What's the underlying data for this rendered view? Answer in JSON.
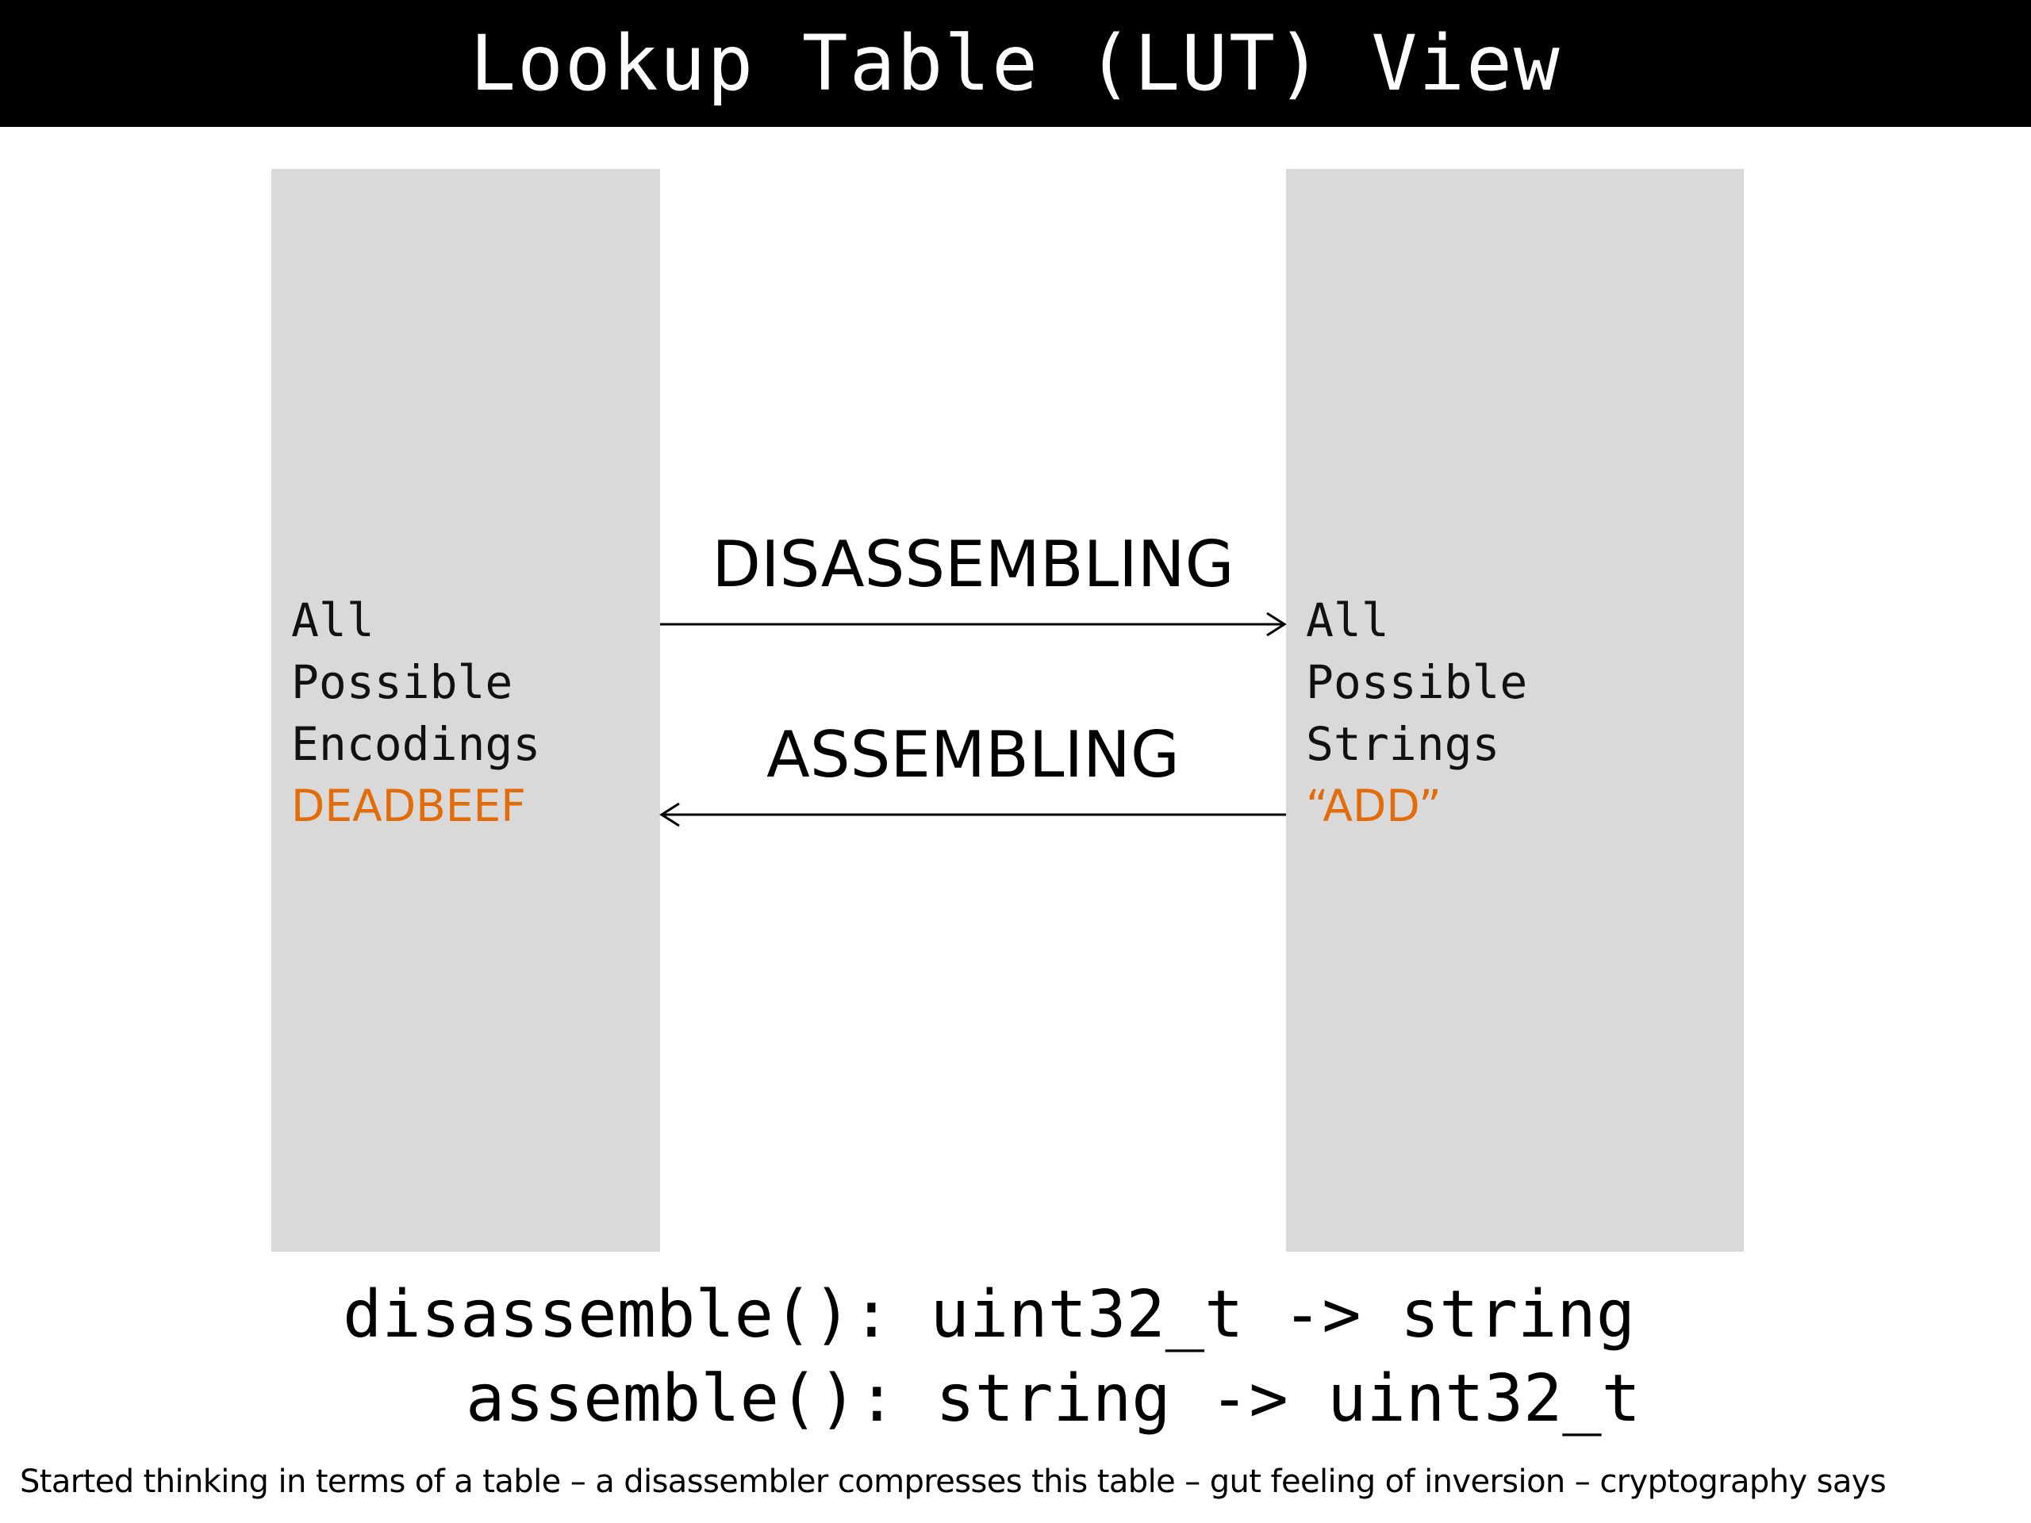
{
  "title": "Lookup Table (LUT) View",
  "left_column": {
    "lines": [
      "All",
      "Possible",
      "Encodings"
    ],
    "example": "DEADBEEF"
  },
  "right_column": {
    "lines": [
      "All",
      "Possible",
      "Strings"
    ],
    "example": "“ADD”"
  },
  "arrows": {
    "forward_label": "DISASSEMBLING",
    "backward_label": "ASSEMBLING"
  },
  "signatures": [
    "disassemble(): uint32_t -> string",
    "assemble(): string -> uint32_t"
  ],
  "footer_note": "Started thinking in terms of a table – a disassembler compresses this table – gut feeling of inversion – cryptography says",
  "colors": {
    "title_bar": "#000000",
    "column_fill": "#d9d9d9",
    "highlight": "#e36c0a"
  }
}
